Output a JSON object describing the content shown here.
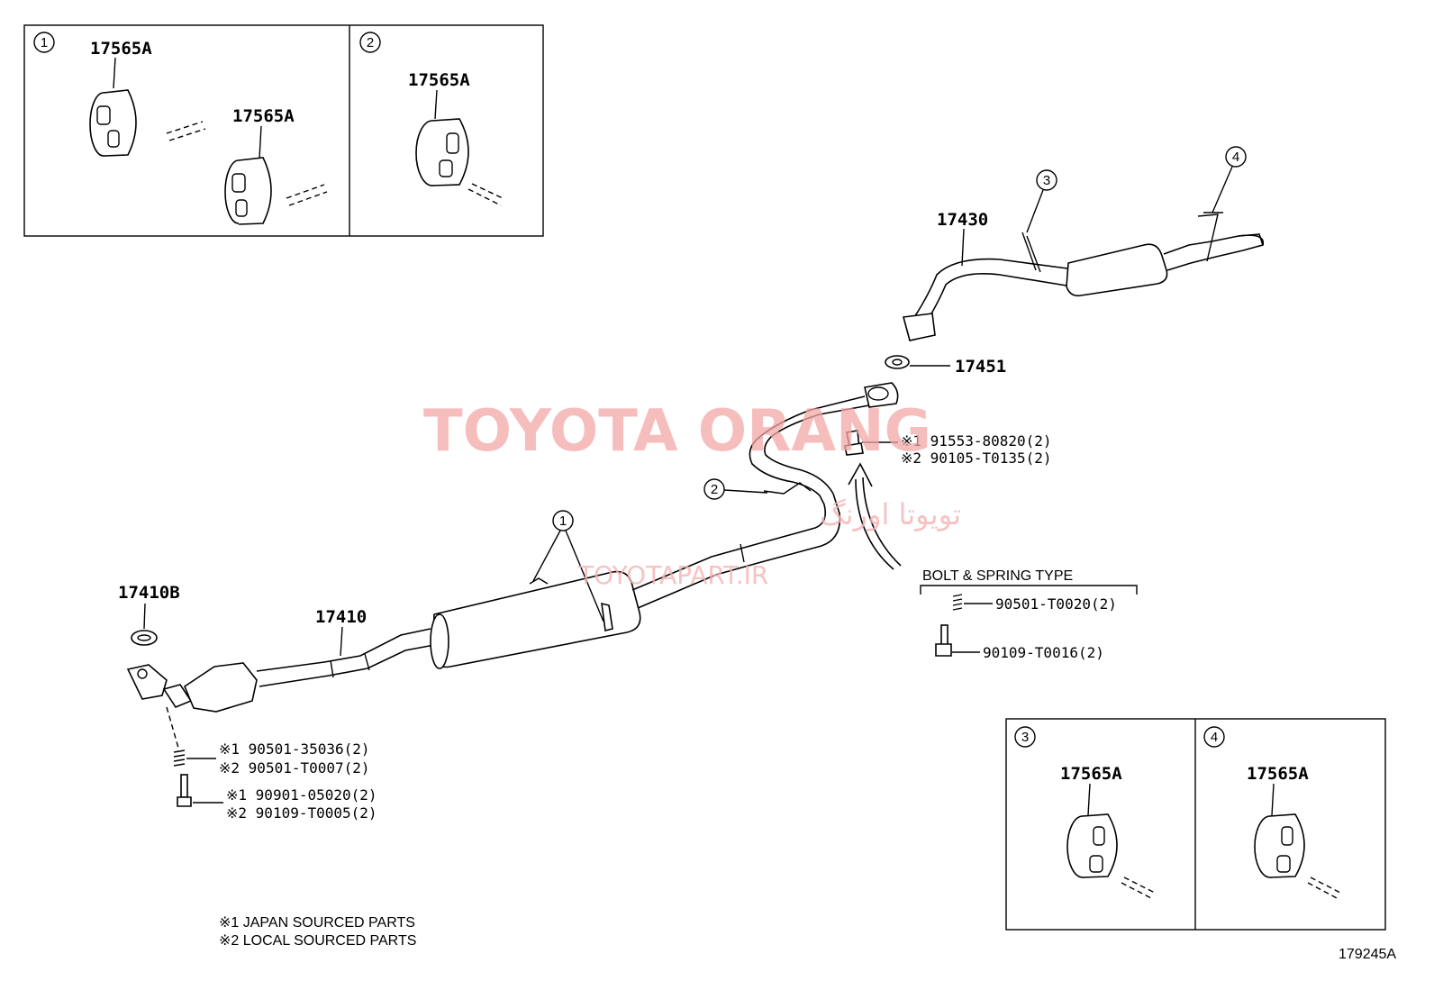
{
  "callout_numbers": [
    "1",
    "2",
    "3",
    "4"
  ],
  "insets": {
    "inset1": {
      "number": "1",
      "part_a": "17565A",
      "part_b": "17565A"
    },
    "inset2": {
      "number": "2",
      "part": "17565A"
    },
    "inset3": {
      "number": "3",
      "part": "17565A"
    },
    "inset4": {
      "number": "4",
      "part": "17565A"
    }
  },
  "parts": {
    "p17430": "17430",
    "p17451": "17451",
    "p17410": "17410",
    "p17410b": "17410B",
    "bolt_a1": "※1 91553-80820(2)",
    "bolt_a2": "※2 90105-T0135(2)",
    "spring_type_title": "BOLT & SPRING TYPE",
    "spring_part": "90501-T0020(2)",
    "spring_bolt": "90109-T0016(2)",
    "front_spring1": "※1 90501-35036(2)",
    "front_spring2": "※2 90501-T0007(2)",
    "front_bolt1": "※1 90901-05020(2)",
    "front_bolt2": "※2 90109-T0005(2)"
  },
  "notes": {
    "note1": "※1 JAPAN SOURCED PARTS",
    "note2": "※2 LOCAL SOURCED PARTS"
  },
  "diagram_id": "179245A",
  "watermark": {
    "title": "TOYOTA ORANG",
    "persian": "تویوتا اورنگ",
    "url": "TOYOTAPART.IR"
  }
}
